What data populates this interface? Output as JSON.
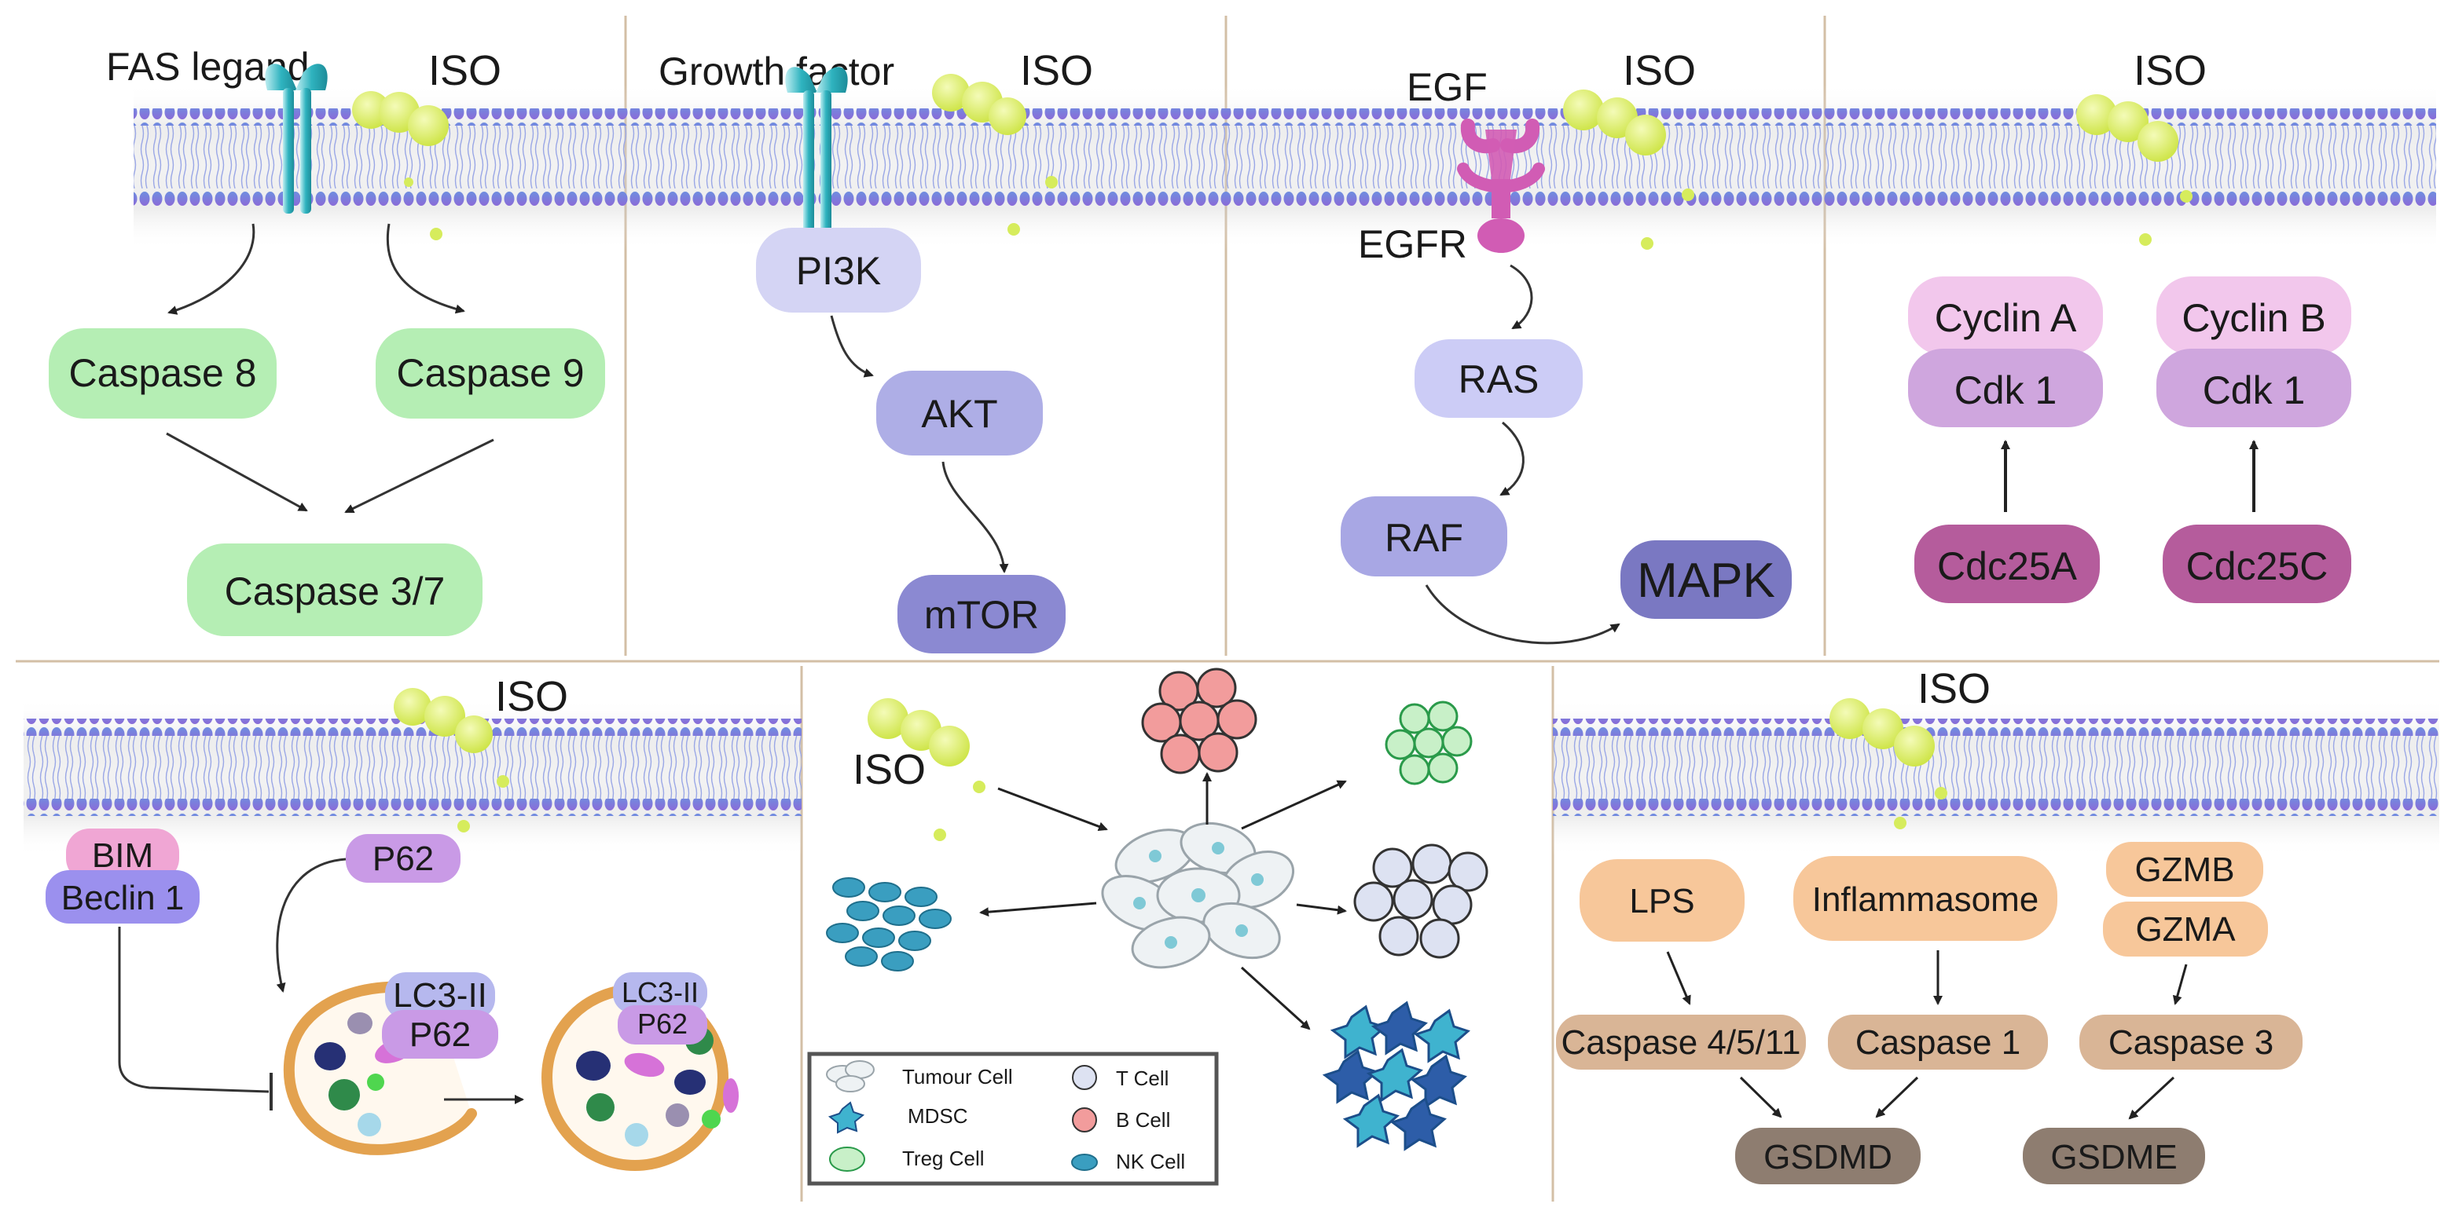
{
  "iso_label": "ISO",
  "panel1": {
    "receptor": "FAS legand",
    "caspase8": "Caspase 8",
    "caspase9": "Caspase 9",
    "caspase37": "Caspase 3/7"
  },
  "panel2": {
    "receptor": "Growth factor",
    "pi3k": "PI3K",
    "akt": "AKT",
    "mtor": "mTOR"
  },
  "panel3": {
    "ligand": "EGF",
    "receptor": "EGFR",
    "ras": "RAS",
    "raf": "RAF",
    "mapk": "MAPK"
  },
  "panel4": {
    "cyclin_a": "Cyclin A",
    "cyclin_b": "Cyclin B",
    "cdk1": "Cdk 1",
    "cdc25a": "Cdc25A",
    "cdc25c": "Cdc25C"
  },
  "panel5": {
    "bim": "BIM",
    "beclin": "Beclin 1",
    "p62": "P62",
    "lc3": "LC3-II"
  },
  "panel6": {
    "legend": {
      "tumour": "Tumour Cell",
      "mdsc": "MDSC",
      "treg": "Treg Cell",
      "t_cell": "T Cell",
      "b_cell": "B Cell",
      "nk": "NK Cell"
    }
  },
  "panel7": {
    "lps": "LPS",
    "inflammasome": "Inflammasome",
    "gzmb": "GZMB",
    "gzma": "GZMA",
    "caspase4511": "Caspase 4/5/11",
    "caspase1": "Caspase 1",
    "caspase3": "Caspase 3",
    "gsdmd": "GSDMD",
    "gsdme": "GSDME"
  },
  "colors": {
    "membrane_purple": "#8a6bd8",
    "membrane_blue": "#6f8ee0",
    "caspase_green": "#b5eeb4",
    "iso_yellow": "#d6ec5c",
    "pi3k": "#d4d4f4",
    "akt": "#aeaee6",
    "mtor": "#8b89d2",
    "ras": "#ccccf6",
    "raf": "#a8a7e4",
    "mapk": "#7a78c2",
    "cyclin": "#f2c7ec",
    "cdk": "#cfa6de",
    "cdc25": "#b55c9c",
    "egfr": "#d15cb4",
    "receptor_teal": "#2fb3bf",
    "bim": "#f0a6d4",
    "beclin": "#9b90ee",
    "p62": "#c99ae6",
    "lc3": "#b6b8ee",
    "lps": "#f7c79a",
    "caspase_tan": "#d9b596",
    "gsdm": "#8e7d70",
    "divider": "#d3bfa6",
    "autophagosome": "#e3a24f"
  }
}
